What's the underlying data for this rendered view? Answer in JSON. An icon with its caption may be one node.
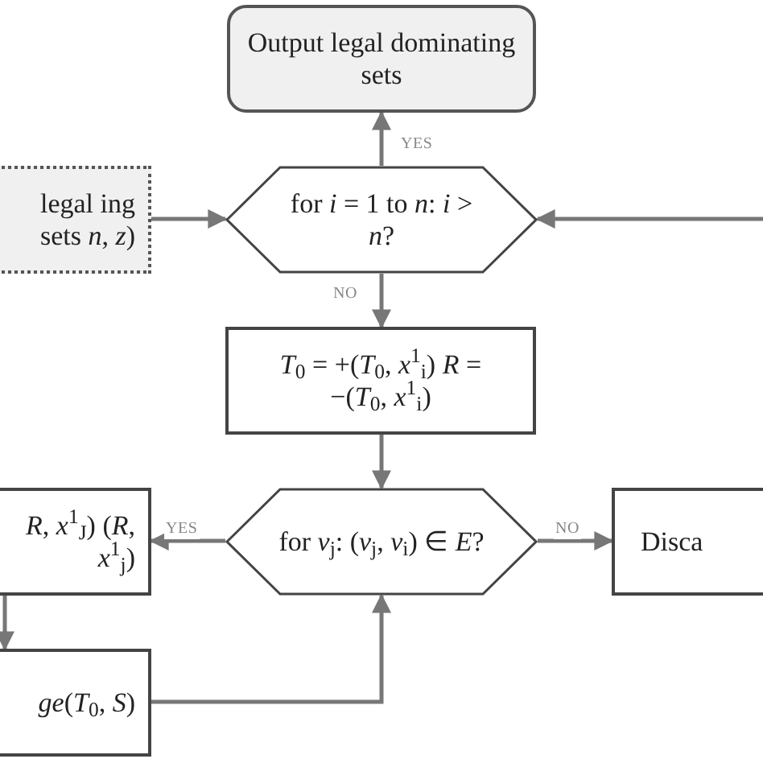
{
  "diagram": {
    "nodes": [
      {
        "text": [
          "Output legal dominating sets"
        ]
      },
      {
        "text": [
          "legal ing sets *n*, *z*)"
        ]
      },
      {
        "text": [
          "for *i* = 1 to *n*: *i* > *n*?"
        ]
      },
      {
        "text": [
          "*T*$_{0}$ = +(*T*$_{0}$, *x*$^{1}$$_{i}$) *R* = −(*T*$_{0}$, *x*$^{1}$$_{i}$)"
        ]
      },
      {
        "text": [
          "*R*, *x*$^{1}$$_{J}$) (*R*, *x*$^{1}$$_{j}$)"
        ]
      },
      {
        "text": [
          "for *v*$_{j}$: (*v*$_{j}$, *v*$_{i}$) ∈ *E*?"
        ]
      },
      {
        "text": [
          "Disca"
        ]
      },
      {
        "text": [
          "*ge*(*T*$_{0}$, *S*)"
        ]
      }
    ],
    "edges": [
      {
        "from": 2,
        "to": 0,
        "arrow": "to",
        "label": "YES"
      },
      {
        "from": 1,
        "to": 2,
        "arrow": "to"
      },
      {
        "from": null,
        "to": 2,
        "arrow": "to"
      },
      {
        "from": 2,
        "to": 3,
        "arrow": "to",
        "label": "NO"
      },
      {
        "from": 3,
        "to": 5,
        "arrow": "to"
      },
      {
        "from": 5,
        "to": 4,
        "arrow": "to",
        "label": "YES"
      },
      {
        "from": 5,
        "to": 6,
        "arrow": "to",
        "label": "NO"
      },
      {
        "from": 4,
        "to": 7,
        "arrow": "to"
      },
      {
        "from": 7,
        "to": 5,
        "arrow": "to"
      }
    ]
  }
}
